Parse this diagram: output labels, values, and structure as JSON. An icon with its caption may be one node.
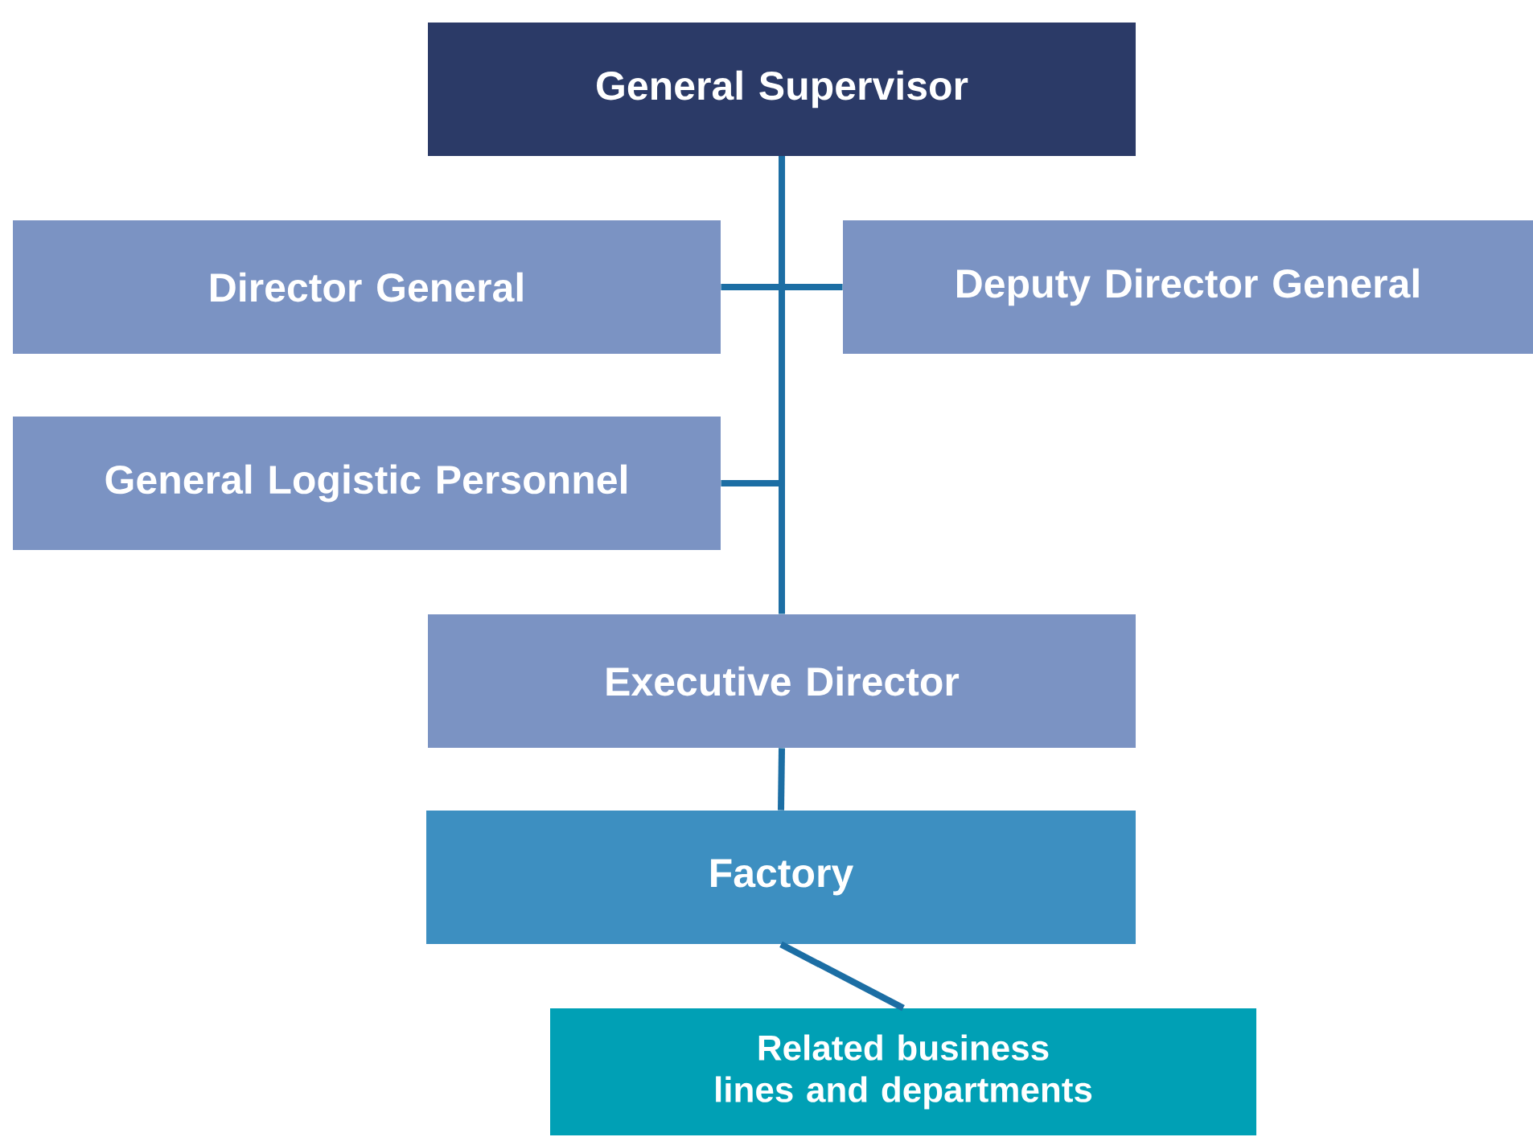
{
  "diagram": {
    "nodes": [
      {
        "text": [
          "General Supervisor"
        ]
      },
      {
        "text": [
          "Director General"
        ]
      },
      {
        "text": [
          "Deputy Director General"
        ]
      },
      {
        "text": [
          "General Logistic Personnel"
        ]
      },
      {
        "text": [
          "Executive Director"
        ]
      },
      {
        "text": [
          "Factory"
        ]
      },
      {
        "text": [
          "Related business lines and departments"
        ]
      }
    ],
    "edges": [
      {
        "from": 0,
        "to": 1,
        "arrow": "none"
      },
      {
        "from": 0,
        "to": 2,
        "arrow": "none"
      },
      {
        "from": 0,
        "to": 3,
        "arrow": "none"
      },
      {
        "from": 0,
        "to": 4,
        "arrow": "none"
      },
      {
        "from": 4,
        "to": 5,
        "arrow": "none"
      },
      {
        "from": 5,
        "to": 6,
        "arrow": "none"
      }
    ]
  }
}
